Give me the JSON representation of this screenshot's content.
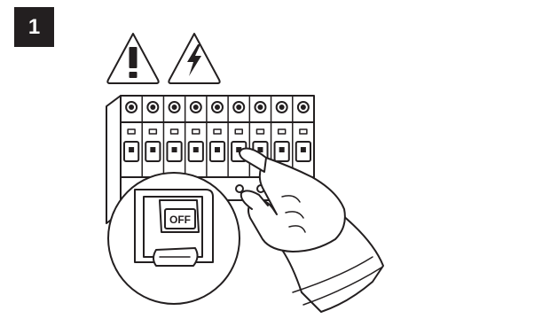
{
  "step": {
    "number": "1"
  },
  "warnings": [
    {
      "icon": "exclamation-warning-icon"
    },
    {
      "icon": "lightning-warning-icon"
    }
  ],
  "breaker": {
    "switch_label": "OFF",
    "poles": 9
  },
  "colors": {
    "ink": "#231f20",
    "background": "#ffffff"
  }
}
